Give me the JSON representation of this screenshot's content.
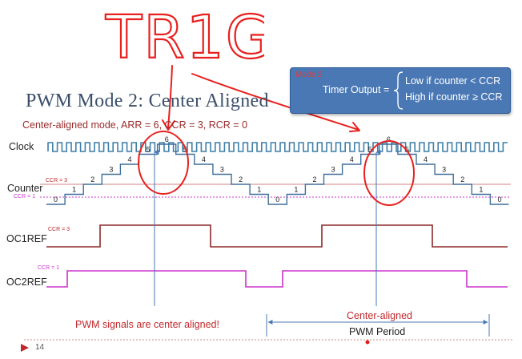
{
  "annotation_text": "TR1G",
  "slide": {
    "title": "PWM Mode 2: Center Aligned",
    "subtitle": "Center-aligned mode,  ARR = 6, CCR = 3, RCR = 0",
    "mode_box": {
      "tag": "Mode 2",
      "lhs": "Timer Output =",
      "case_low": "Low if counter < CCR",
      "case_high": "High if counter ≥ CCR"
    },
    "rows": {
      "clock": "Clock",
      "counter": "Counter",
      "oc1ref": "OC1REF",
      "oc2ref": "OC2REF"
    },
    "small_labels": {
      "ccr3_counter": "CCR = 3",
      "ccr1_counter": "CCR = 1",
      "ccr3_oc1": "CCR = 3",
      "ccr1_oc2": "CCR = 1"
    },
    "counter_values": [
      0,
      1,
      2,
      3,
      4,
      5,
      6,
      5,
      4,
      3,
      2,
      1,
      0,
      1,
      2,
      3,
      4,
      5,
      6,
      5,
      4,
      3,
      2,
      1,
      0
    ],
    "note_left": "PWM signals are center aligned!",
    "note_center": "Center-aligned",
    "period_label": "PWM Period",
    "page_number": "14",
    "colors": {
      "title": "#3b4f6b",
      "subtitle": "#9b2a2a",
      "clock": "#3f7fa8",
      "counter": "#3f6f9a",
      "oc1ref": "#8b2a2a",
      "oc2ref": "#cc33cc",
      "ccr3_line": "#d08080",
      "ccr1_line": "#cc33cc",
      "annotation": "#e8201e",
      "mode_box": "#4a78b4"
    }
  }
}
